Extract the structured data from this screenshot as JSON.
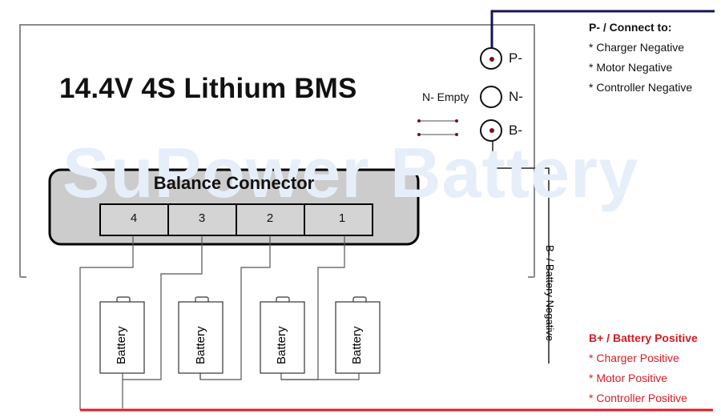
{
  "title": "14.4V 4S Lithium BMS",
  "watermark": "SuPower Battery",
  "balance_connector": {
    "title": "Balance Connector",
    "slots": [
      "4",
      "3",
      "2",
      "1"
    ]
  },
  "terminals": {
    "p": "P-",
    "n": "N-",
    "b": "B-",
    "n_note": "N- Empty"
  },
  "p_info": {
    "heading": "P- / Connect to:",
    "items": [
      "* Charger Negative",
      "* Motor Negative",
      "* Controller Negative"
    ]
  },
  "b_plus_info": {
    "heading": "B+ / Battery Positive",
    "items": [
      "* Charger Positive",
      "* Motor Positive",
      "* Controller Positive"
    ]
  },
  "b_minus_label": "B- / Battery Negative",
  "batteries": [
    "Battery",
    "Battery",
    "Battery",
    "Battery"
  ],
  "colors": {
    "p_wire": "#14145a",
    "b_plus_wire": "#e01b24",
    "accent_red": "#d41c24",
    "watermark": "#e6eef9",
    "connector_fill": "#cccccc"
  }
}
